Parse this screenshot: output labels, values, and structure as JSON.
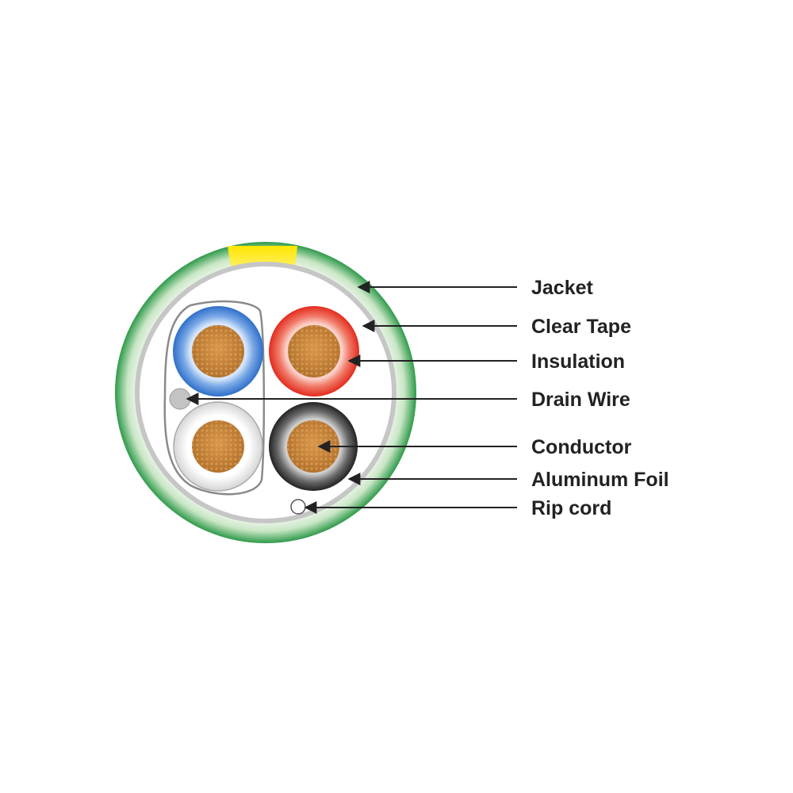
{
  "labels": {
    "jacket": "Jacket",
    "clear_tape": "Clear Tape",
    "insulation": "Insulation",
    "drain_wire": "Drain Wire",
    "conductor": "Conductor",
    "aluminum_foil": "Aluminum Foil",
    "rip_cord": "Rip cord"
  },
  "colors": {
    "jacket": "#2e9a4a",
    "jacket_light": "#c9e6c5",
    "clear_tape": "#c6c6c6",
    "stripe": "#ffe600",
    "insulation_blue": "#2f6fc9",
    "insulation_red": "#e8392b",
    "insulation_white": "#f3f3f3",
    "insulation_black": "#2a2a2a",
    "conductor": "#c7843b",
    "drain_wire": "#c3c3c3",
    "arrow": "#222222"
  }
}
